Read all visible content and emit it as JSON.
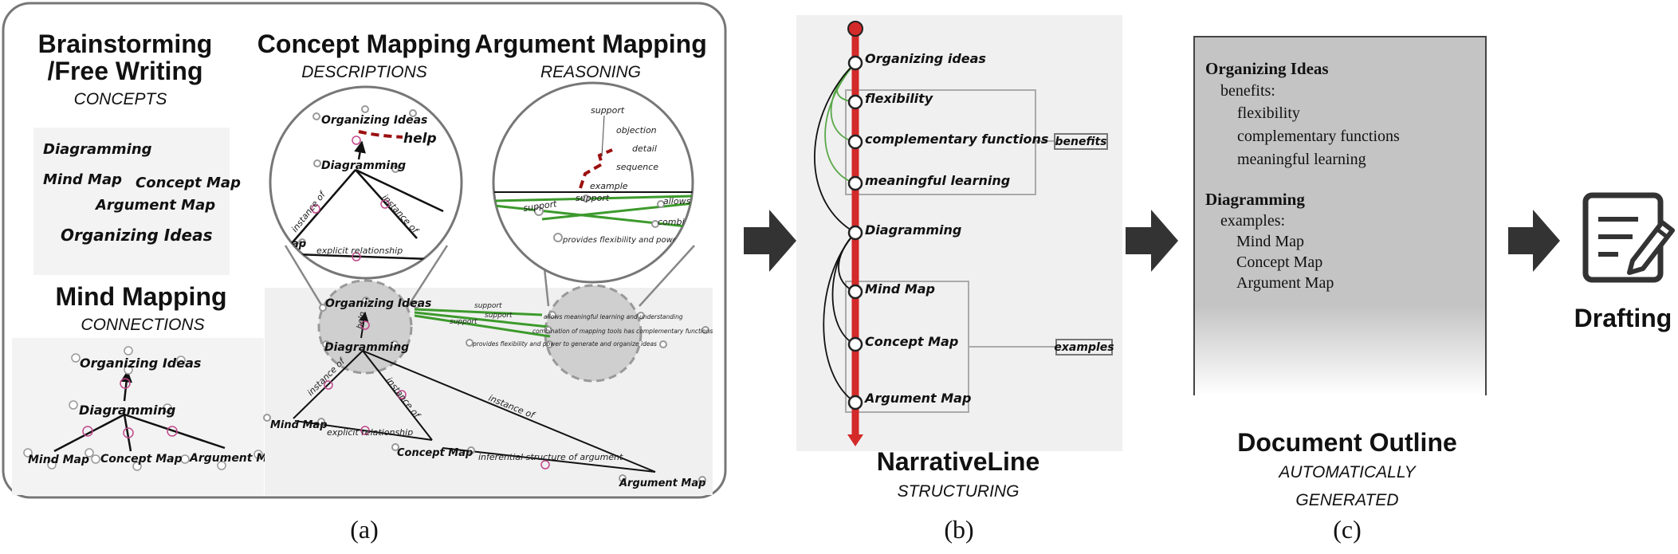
{
  "panel_a": {
    "brainstorm_title_1": "Brainstorming",
    "brainstorm_title_2": "/Free Writing",
    "brainstorm_sub": "CONCEPTS",
    "concepts": [
      "Diagramming",
      "Mind Map",
      "Concept Map",
      "Argument Map",
      "Organizing Ideas"
    ],
    "concept_title": "Concept Mapping",
    "concept_sub": "DESCRIPTIONS",
    "argument_title": "Argument Mapping",
    "argument_sub": "REASONING",
    "mind_title": "Mind Mapping",
    "mind_sub": "CONNECTIONS",
    "mind_nodes": {
      "organizing": "Organizing Ideas",
      "diagramming": "Diagramming",
      "mind": "Mind Map",
      "concept": "Concept Map",
      "argument": "Argument Map"
    },
    "zoom_concept": {
      "organizing": "Organizing Ideas",
      "help": "help",
      "diagramming": "Diagramming",
      "instance_of_1": "instance of",
      "instance_of_2": "instance of",
      "map": "ap",
      "explicit": "explicit relationship"
    },
    "zoom_argument": {
      "support_1": "support",
      "objection": "objection",
      "detail": "detail",
      "sequence": "sequence",
      "example": "example",
      "support_2": "support",
      "support_3": "support",
      "allows": "allows",
      "combinat": "combinat",
      "provides": "provides flexibility and power t"
    },
    "bottom": {
      "organizing": "Organizing Ideas",
      "diagramming": "Diagramming",
      "help": "help",
      "support_1": "support",
      "support_2": "support",
      "support_3": "support",
      "allows": "allows meaningful learning and understanding",
      "combination": "combination of mapping tools has complementary functions",
      "provides": "provides flexibility and power to generate and organize ideas",
      "instance_of_1": "instance of",
      "instance_of_2": "instance of",
      "instance_of_3": "instance of",
      "mind_map": "Mind Map",
      "explicit": "explicit relationship",
      "concept_map": "Concept Map",
      "inferential": "inferential structure of argument",
      "argument_map": "Argument Map"
    },
    "caption": "(a)"
  },
  "panel_b": {
    "items": [
      {
        "label": "Organizing ideas"
      },
      {
        "label": "flexibility"
      },
      {
        "label": "complementary functions"
      },
      {
        "label": "meaningful learning"
      },
      {
        "label": "Diagramming"
      },
      {
        "label": "Mind Map"
      },
      {
        "label": "Concept Map"
      },
      {
        "label": "Argument Map"
      }
    ],
    "group_labels": {
      "benefits": "benefits",
      "examples": "examples"
    },
    "title": "NarrativeLine",
    "sub": "STRUCTURING",
    "caption": "(b)",
    "line_color": "#d42a2a"
  },
  "panel_c": {
    "outline": [
      {
        "heading": "Organizing Ideas",
        "group": "benefits:",
        "items": [
          "flexibility",
          "complementary functions",
          "meaningful learning"
        ]
      },
      {
        "heading": "Diagramming",
        "group": "examples:",
        "items": [
          "Mind Map",
          "Concept Map",
          "Argument Map"
        ]
      }
    ],
    "title": "Document Outline",
    "sub_1": "AUTOMATICALLY",
    "sub_2": "GENERATED",
    "caption": "(c)"
  },
  "panel_d": {
    "title": "Drafting",
    "icon": "document-pen-icon"
  },
  "colors": {
    "green": "#3c9a2c",
    "red": "#d42a2a",
    "dashed_red": "#9b1010",
    "pink": "#c0488a"
  }
}
